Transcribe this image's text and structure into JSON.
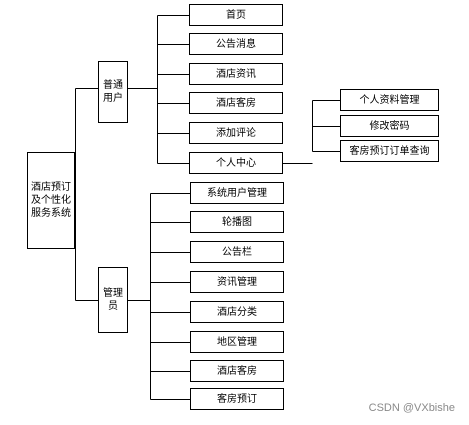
{
  "root": {
    "label": "酒店预订及个性化服务系统"
  },
  "groups": [
    {
      "label": "普通用户",
      "items": [
        {
          "label": "首页"
        },
        {
          "label": "公告消息"
        },
        {
          "label": "酒店资讯"
        },
        {
          "label": "酒店客房"
        },
        {
          "label": "添加评论"
        },
        {
          "label": "个人中心"
        }
      ],
      "subgroup": {
        "parent": "个人中心",
        "items": [
          {
            "label": "个人资料管理"
          },
          {
            "label": "修改密码"
          },
          {
            "label": "客房预订订单查询"
          }
        ]
      }
    },
    {
      "label": "管理员",
      "items": [
        {
          "label": "系统用户管理"
        },
        {
          "label": "轮播图"
        },
        {
          "label": "公告栏"
        },
        {
          "label": "资讯管理"
        },
        {
          "label": "酒店分类"
        },
        {
          "label": "地区管理"
        },
        {
          "label": "酒店客房"
        },
        {
          "label": "客房预订"
        }
      ]
    }
  ],
  "watermark": "CSDN @VXbishe"
}
